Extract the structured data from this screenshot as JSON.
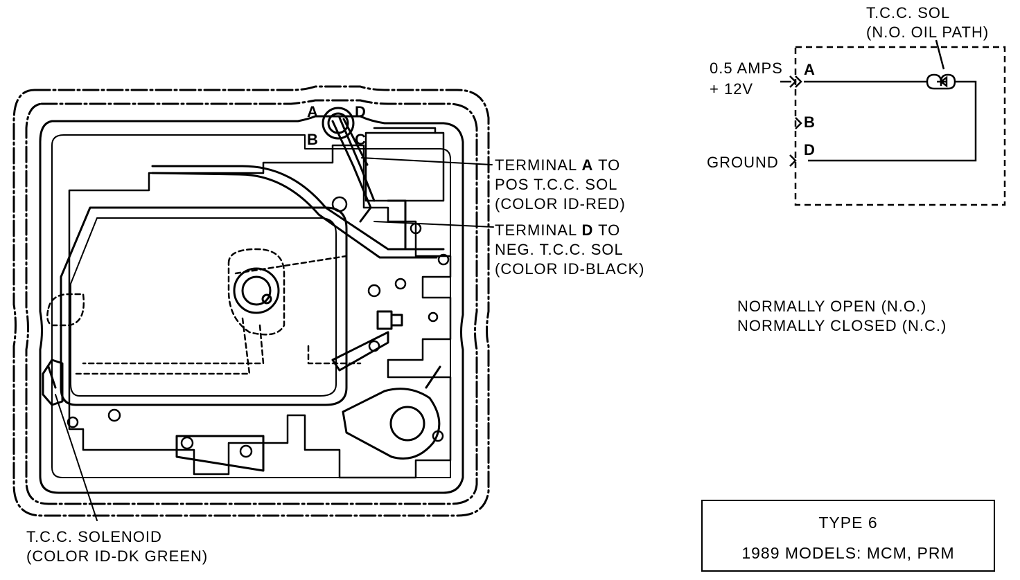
{
  "pan_terminals": {
    "a": "A",
    "b": "B",
    "c": "C",
    "d": "D"
  },
  "callout_a": {
    "line1_prefix": "TERMINAL ",
    "line1_letter": "A",
    "line1_suffix": " TO",
    "line2": "POS T.C.C. SOL",
    "line3": "(COLOR ID-RED)"
  },
  "callout_d": {
    "line1_prefix": "TERMINAL ",
    "line1_letter": "D",
    "line1_suffix": " TO",
    "line2": "NEG. T.C.C. SOL",
    "line3": "(COLOR ID-BLACK)"
  },
  "solenoid_label": {
    "line1": "T.C.C. SOLENOID",
    "line2": "(COLOR ID-DK GREEN)"
  },
  "schematic": {
    "sol_title_line1": "T.C.C. SOL",
    "sol_title_line2": "(N.O. OIL PATH)",
    "amps": "0.5 AMPS",
    "voltage": "+ 12V",
    "ground": "GROUND",
    "terminal_a": "A",
    "terminal_b": "B",
    "terminal_d": "D"
  },
  "legend": {
    "line1": "NORMALLY OPEN (N.O.)",
    "line2": "NORMALLY CLOSED (N.C.)"
  },
  "type_box": {
    "line1": "TYPE 6",
    "line2": "1989 MODELS: MCM, PRM"
  }
}
